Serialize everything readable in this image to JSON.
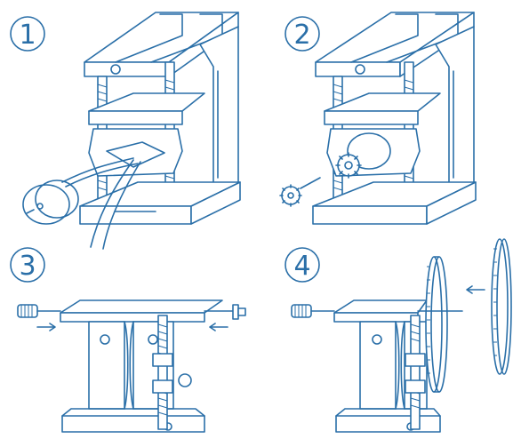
{
  "steps": [
    {
      "number": "1"
    },
    {
      "number": "2"
    },
    {
      "number": "3"
    },
    {
      "number": "4"
    }
  ],
  "colors": {
    "line": "#2a6fa8",
    "background": "#ffffff"
  },
  "icons": [
    "circle-number-icon",
    "motor-icon",
    "gear-icon",
    "arrow-icon",
    "screw-icon"
  ]
}
